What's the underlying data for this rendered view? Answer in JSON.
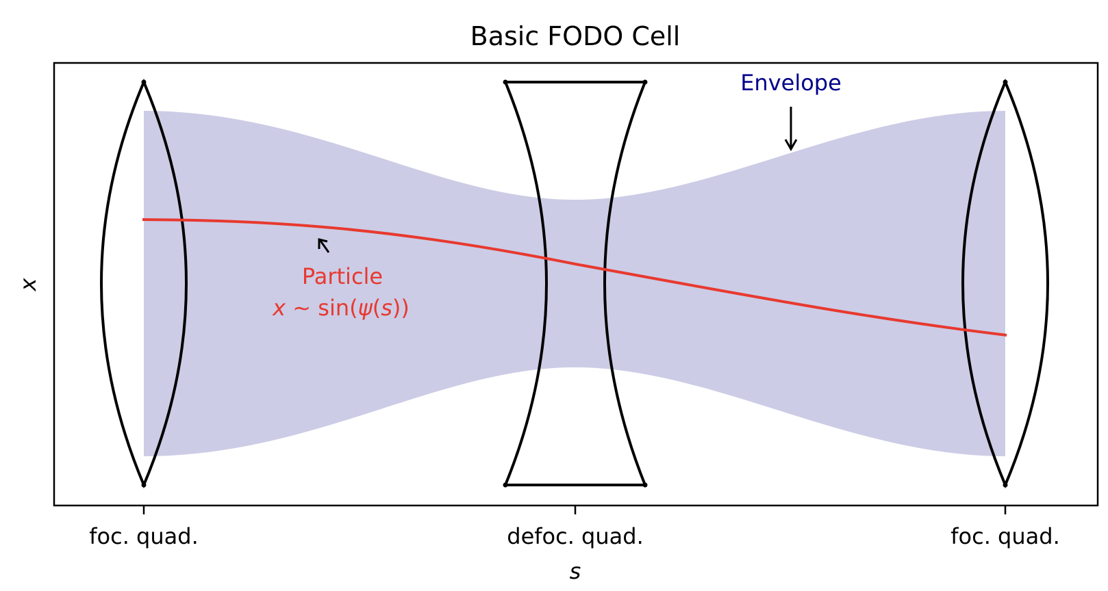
{
  "title": "Basic FODO Cell",
  "xlabel": "s",
  "ylabel": "x",
  "xticks": [
    "foc. quad.",
    "defoc. quad.",
    "foc. quad."
  ],
  "annotations": {
    "envelope_label": "Envelope",
    "particle_label": "Particle",
    "particle_formula_var": "x",
    "particle_formula_rest": " ∼ sin(",
    "particle_formula_psi": "ψ",
    "particle_formula_open": "(",
    "particle_formula_s": "s",
    "particle_formula_close": "))"
  },
  "colors": {
    "envelope_fill": "#cccce6",
    "envelope_text": "#00008b",
    "particle": "#e8392f",
    "lens": "#000000"
  },
  "chart_data": {
    "type": "diagram",
    "elements": [
      {
        "name": "focusing quadrupole",
        "shape": "convex lens",
        "position": "foc. quad."
      },
      {
        "name": "defocusing quadrupole",
        "shape": "concave lens",
        "position": "defoc. quad."
      },
      {
        "name": "focusing quadrupole",
        "shape": "convex lens",
        "position": "foc. quad."
      }
    ]
  }
}
